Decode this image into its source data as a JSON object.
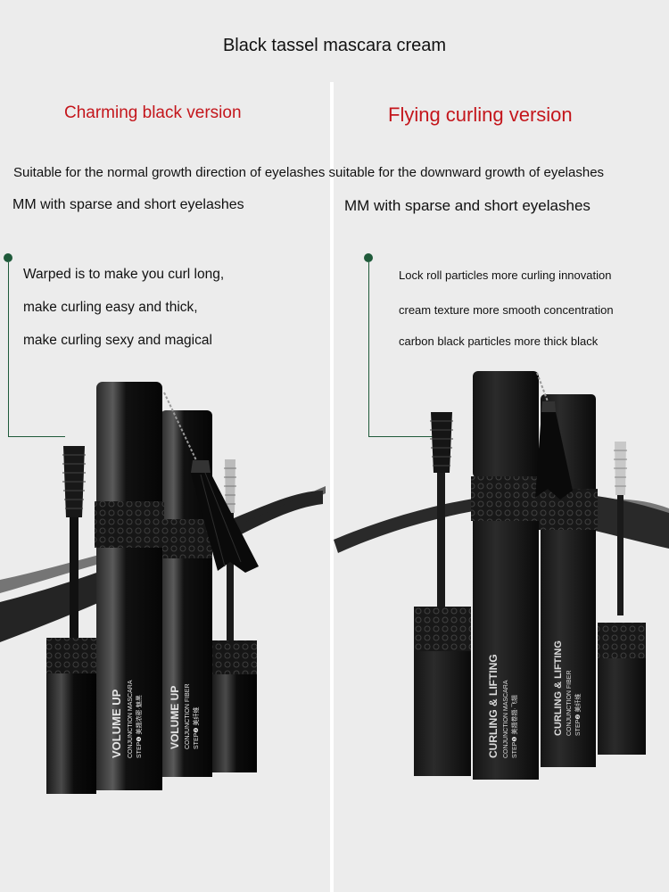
{
  "header": {
    "title": "Black tassel mascara cream"
  },
  "left": {
    "version_title": "Charming black version",
    "audience": "MM with sparse and short eyelashes",
    "features": [
      "Warped is to make you curl long,",
      "make curling easy and thick,",
      "make curling sexy and magical"
    ],
    "product": {
      "tube_line1": "VOLUME UP",
      "tube_line2": "CONJUNCTION MASCARA",
      "tube_line3": "STEP❶ 美翘浓密·魅黑",
      "tube2_line1": "VOLUME UP",
      "tube2_line2": "CONJUNCTION FIBER",
      "tube2_line3": "STEP❷ 美纤维"
    }
  },
  "right": {
    "version_title": "Flying curling version",
    "audience": "MM with sparse and short eyelashes",
    "features": [
      "Lock roll particles more curling innovation",
      "cream texture more smooth concentration",
      "carbon black particles more thick black"
    ],
    "product": {
      "tube_line1": "CURLING & LIFTING",
      "tube_line2": "CONJUNCTION MASCARA",
      "tube_line3": "STEP❶ 美翘卷翘·飞翘",
      "tube2_line1": "CURLING & LIFTING",
      "tube2_line2": "CONJUNCTION FIBER",
      "tube2_line3": "STEP❷ 美纤维"
    }
  },
  "suitability": "Suitable for the normal growth direction of eyelashes suitable for the downward growth of eyelashes",
  "colors": {
    "accent_red": "#c4161c",
    "accent_green": "#1f5a3a",
    "product_black": "#0d0d0d"
  }
}
